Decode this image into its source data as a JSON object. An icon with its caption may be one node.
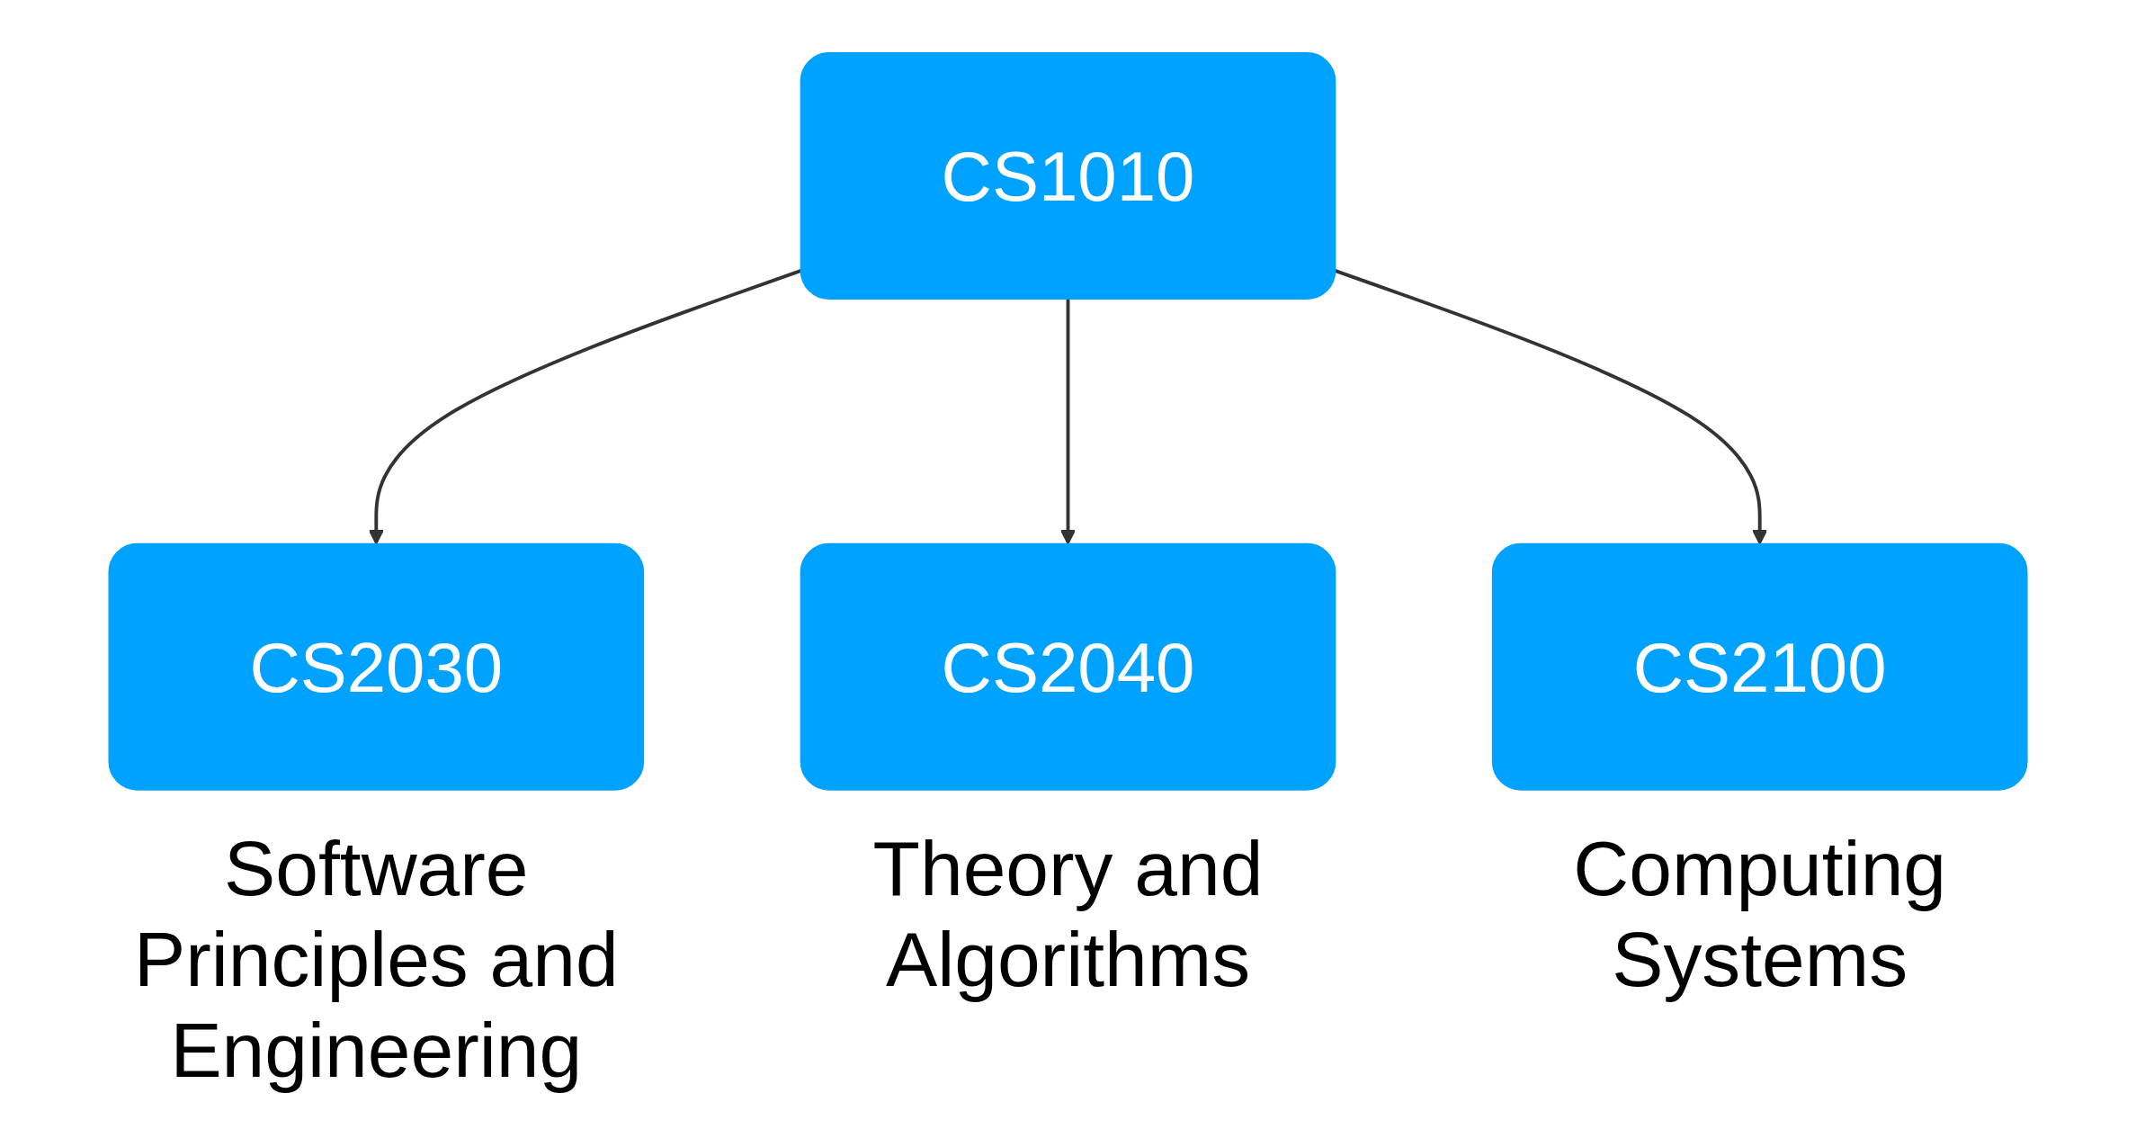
{
  "diagram": {
    "nodes": [
      {
        "text": [
          "CS1010"
        ]
      },
      {
        "text": [
          "CS2030"
        ],
        "beside": [
          "Software Principles and Engineering"
        ]
      },
      {
        "text": [
          "CS2040"
        ],
        "beside": [
          "Theory and Algorithms"
        ]
      },
      {
        "text": [
          "CS2100"
        ],
        "beside": [
          "Computing Systems"
        ]
      }
    ],
    "edges": [
      {
        "from": 0,
        "to": 1,
        "arrow": "to"
      },
      {
        "from": 0,
        "to": 2,
        "arrow": "to"
      },
      {
        "from": 0,
        "to": 3,
        "arrow": "to"
      }
    ]
  }
}
